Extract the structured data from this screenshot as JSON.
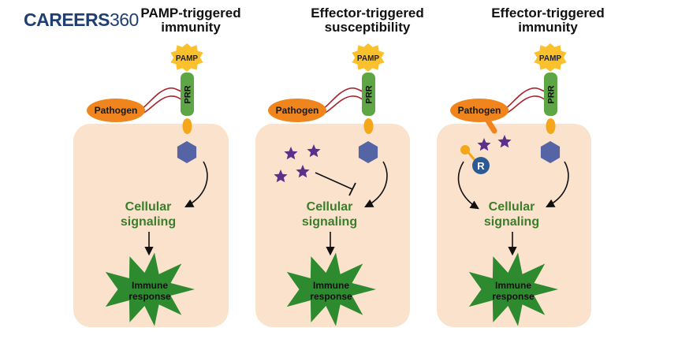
{
  "logo": {
    "word": "CAREERS",
    "number": "360"
  },
  "colors": {
    "cell_fill": "#fbe2cc",
    "pathogen": "#f0841d",
    "receptor": "#5ea545",
    "pamp_star": "#fac12c",
    "kinase_hex": "#5464a5",
    "effector_star": "#5b2f8c",
    "r_protein": "#2b5a96",
    "signal_text": "#3b7d2b",
    "immune_burst": "#2d8a2f",
    "adaptor_dot": "#f5a71b"
  },
  "panels": [
    {
      "title_line1": "PAMP-triggered",
      "title_line2": "immunity",
      "pamp": "PAMP",
      "receptor": "PRR",
      "pathogen": "Pathogen",
      "signal_line1": "Cellular",
      "signal_line2": "signaling",
      "response_line1": "Immune",
      "response_line2": "response"
    },
    {
      "title_line1": "Effector-triggered",
      "title_line2": "susceptibility",
      "pamp": "PAMP",
      "receptor": "PRR",
      "pathogen": "Pathogen",
      "signal_line1": "Cellular",
      "signal_line2": "signaling",
      "response_line1": "Immune",
      "response_line2": "response"
    },
    {
      "title_line1": "Effector-triggered",
      "title_line2": "immunity",
      "pamp": "PAMP",
      "receptor": "PRR",
      "pathogen": "Pathogen",
      "signal_line1": "Cellular",
      "signal_line2": "signaling",
      "response_line1": "Immune",
      "response_line2": "response",
      "r_label": "R"
    }
  ]
}
